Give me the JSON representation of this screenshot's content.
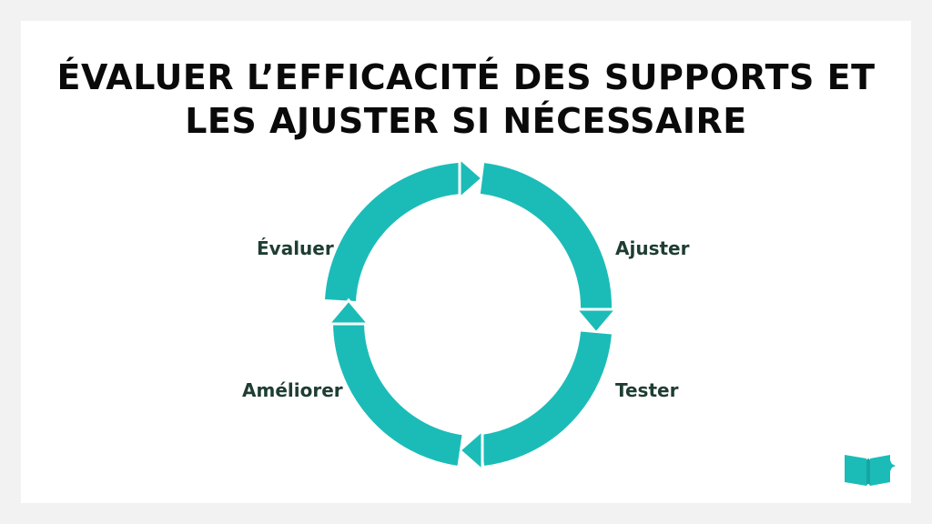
{
  "title": {
    "line1": "ÉVALUER L’EFFICACITÉ DES SUPPORTS ET",
    "line2": "LES AJUSTER SI NÉCESSAIRE"
  },
  "cycle": {
    "steps": [
      "Évaluer",
      "Ajuster",
      "Tester",
      "Améliorer"
    ]
  },
  "colors": {
    "arrow": "#1bbcb8",
    "label": "#1f3d33",
    "title": "#0a0a0a",
    "logo": "#1bbcb8"
  },
  "logo": {
    "icon": "open-book-sparkle-icon"
  }
}
